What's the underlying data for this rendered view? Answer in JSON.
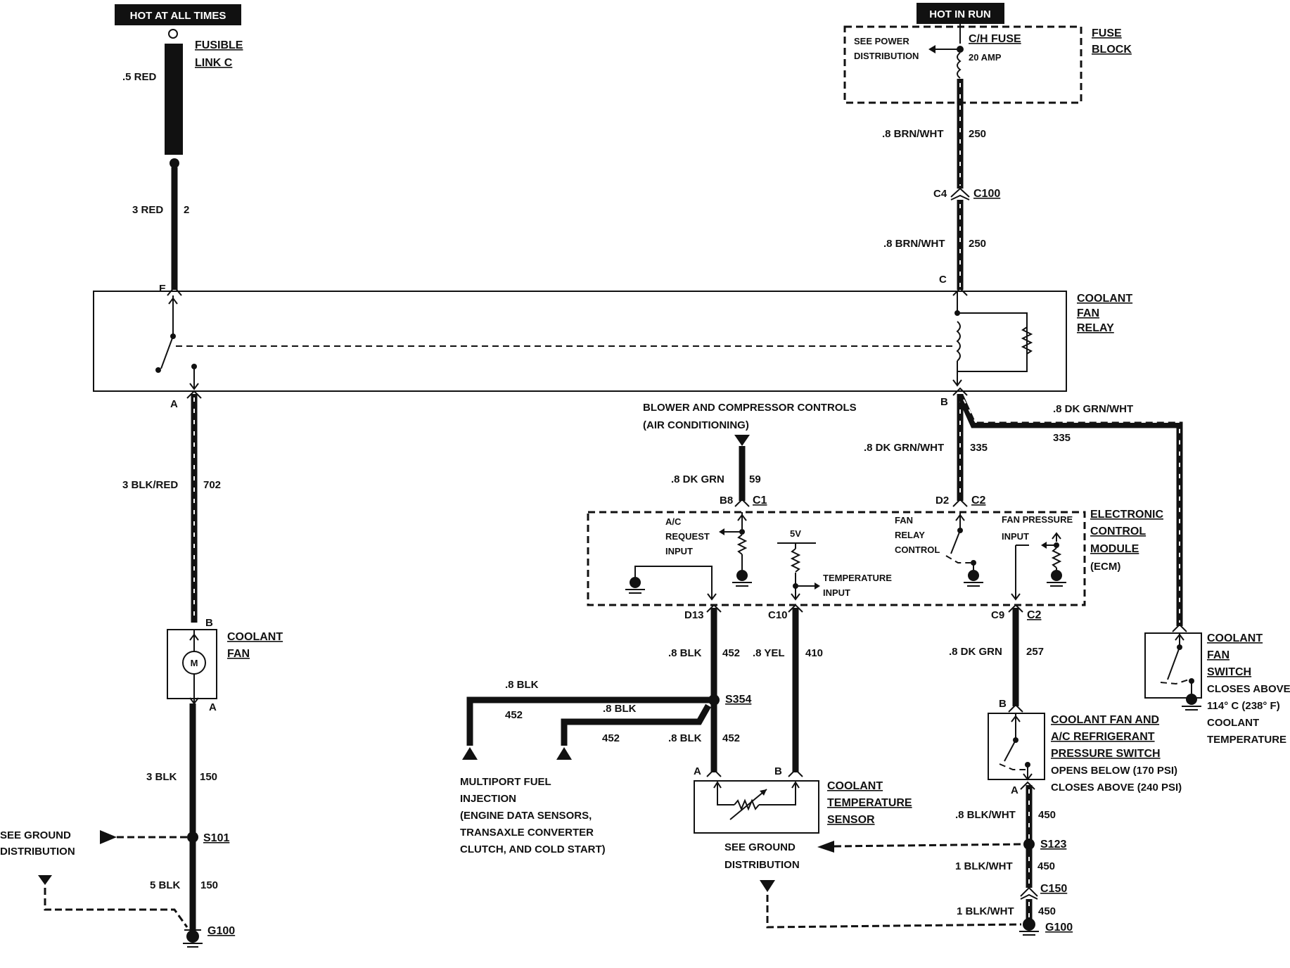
{
  "headers": {
    "hot_at_all_times": "HOT AT ALL TIMES",
    "hot_in_run": "HOT IN RUN"
  },
  "fusible_link": {
    "line1": "FUSIBLE",
    "line2": "LINK C"
  },
  "fuse_block": {
    "see_power_1": "SEE POWER",
    "see_power_2": "DISTRIBUTION",
    "fuse_name": "C/H FUSE",
    "fuse_rating": "20 AMP",
    "label_1": "FUSE",
    "label_2": "BLOCK"
  },
  "relay": {
    "line1": "COOLANT",
    "line2": "FAN",
    "line3": "RELAY",
    "pin_e": "E",
    "pin_a": "A",
    "pin_c": "C",
    "pin_b": "B"
  },
  "connector_c100": {
    "pin": "C4",
    "name": "C100"
  },
  "fan": {
    "line1": "COOLANT",
    "line2": "FAN",
    "pin_b": "B",
    "pin_a": "A",
    "motor": "M"
  },
  "splices": {
    "s101": "S101",
    "s354": "S354",
    "s123": "S123",
    "g100_left": "G100",
    "g100_right": "G100",
    "c150": "C150"
  },
  "ground_left": {
    "line1": "SEE GROUND",
    "line2": "DISTRIBUTION"
  },
  "ground_center": {
    "line1": "SEE GROUND",
    "line2": "DISTRIBUTION"
  },
  "blower": {
    "line1": "BLOWER AND COMPRESSOR CONTROLS",
    "line2": "(AIR CONDITIONING)"
  },
  "ecm": {
    "line1": "ELECTRONIC",
    "line2": "CONTROL",
    "line3": "MODULE",
    "line4": "(ECM)",
    "ac_req_1": "A/C",
    "ac_req_2": "REQUEST",
    "ac_req_3": "INPUT",
    "five_v": "5V",
    "temp_in_1": "TEMPERATURE",
    "temp_in_2": "INPUT",
    "fan_relay_1": "FAN",
    "fan_relay_2": "RELAY",
    "fan_relay_3": "CONTROL",
    "fan_press_1": "FAN PRESSURE",
    "fan_press_2": "INPUT",
    "pin_b8": "B8",
    "conn_c1": "C1",
    "pin_d2": "D2",
    "conn_c2_top": "C2",
    "pin_d13": "D13",
    "pin_c10": "C10",
    "pin_c9": "C9",
    "conn_c2_bot": "C2"
  },
  "mfi": {
    "line1": "MULTIPORT FUEL",
    "line2": "INJECTION",
    "line3": "(ENGINE DATA SENSORS,",
    "line4": "TRANSAXLE CONVERTER",
    "line5": "CLUTCH, AND COLD START)"
  },
  "temp_sensor": {
    "line1": "COOLANT",
    "line2": "TEMPERATURE",
    "line3": "SENSOR",
    "pin_a": "A",
    "pin_b": "B"
  },
  "pressure_switch": {
    "line1": "COOLANT FAN AND",
    "line2": "A/C REFRIGERANT",
    "line3": "PRESSURE SWITCH",
    "line4": "OPENS BELOW (170 PSI)",
    "line5": "CLOSES ABOVE (240 PSI)",
    "pin_b": "B",
    "pin_a": "A"
  },
  "fan_switch": {
    "line1": "COOLANT",
    "line2": "FAN",
    "line3": "SWITCH",
    "line4": "CLOSES ABOVE",
    "line5": "114° C (238° F)",
    "line6": "COOLANT",
    "line7": "TEMPERATURE"
  },
  "wires": {
    "red_05": ".5 RED",
    "red_3": "3 RED",
    "red_3_num": "2",
    "brnwht_top": ".8 BRN/WHT",
    "brnwht_top_num": "250",
    "brnwht_bot": ".8 BRN/WHT",
    "brnwht_bot_num": "250",
    "blkred": "3 BLK/RED",
    "blkred_num": "702",
    "blk_3": "3 BLK",
    "blk_3_num": "150",
    "blk_5": "5 BLK",
    "blk_5_num": "150",
    "dkgrnwht_side": ".8 DK GRN/WHT",
    "dkgrnwht_side_num": "335",
    "dkgrnwht_main": ".8 DK GRN/WHT",
    "dkgrnwht_main_num": "335",
    "dkgrn_59": ".8 DK GRN",
    "dkgrn_59_num": "59",
    "blk_452_a": ".8 BLK",
    "blk_452_a_num": "452",
    "yel": ".8 YEL",
    "yel_num": "410",
    "dkgrn_257": ".8 DK GRN",
    "dkgrn_257_num": "257",
    "blk_452_b": ".8 BLK",
    "blk_452_b_num": "452",
    "blk_452_c": ".8 BLK",
    "blk_452_c_num": "452",
    "blk_452_d": ".8 BLK",
    "blk_452_d_num": "452",
    "blkwht_a": ".8 BLK/WHT",
    "blkwht_a_num": "450",
    "blkwht_b": "1 BLK/WHT",
    "blkwht_b_num": "450",
    "blkwht_c": "1 BLK/WHT",
    "blkwht_c_num": "450"
  }
}
